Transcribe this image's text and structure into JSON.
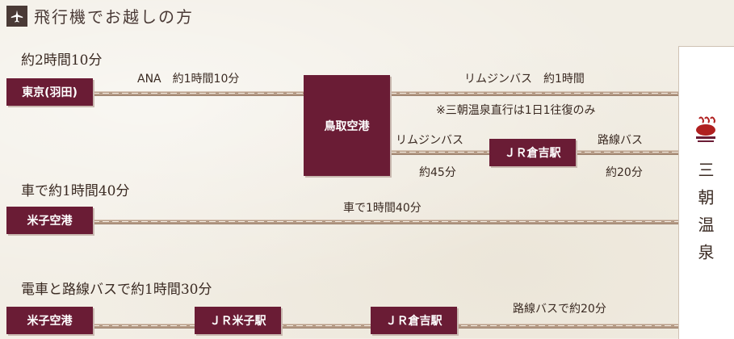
{
  "header": {
    "title": "飛行機でお越しの方",
    "icon": "airplane-icon"
  },
  "routes": {
    "air": {
      "title": "約2時間10分",
      "origin": "東京(羽田)",
      "flight_label": "ANA　約1時間10分",
      "hub": "鳥取空港",
      "limousine_label": "リムジンバス　約1時間",
      "limousine_note": "※三朝温泉直行は1日1往復のみ",
      "limousine2_label": "リムジンバス",
      "limousine2_time": "約45分",
      "station": "ＪＲ倉吉駅",
      "bus_label": "路線バス",
      "bus_time": "約20分"
    },
    "car": {
      "title": "車で約1時間40分",
      "origin": "米子空港",
      "car_label": "車で1時間40分"
    },
    "train": {
      "title": "電車と路線バスで約1時間30分",
      "origin": "米子空港",
      "station1": "ＪＲ米子駅",
      "station2": "ＪＲ倉吉駅",
      "bus_label": "路線バスで約20分"
    }
  },
  "destination": {
    "name": "三朝温泉",
    "logo": "misasa-onsen-logo"
  },
  "colors": {
    "box": "#6a1c35",
    "header_icon_bg": "#4a3a36",
    "line": "#b59b86"
  }
}
